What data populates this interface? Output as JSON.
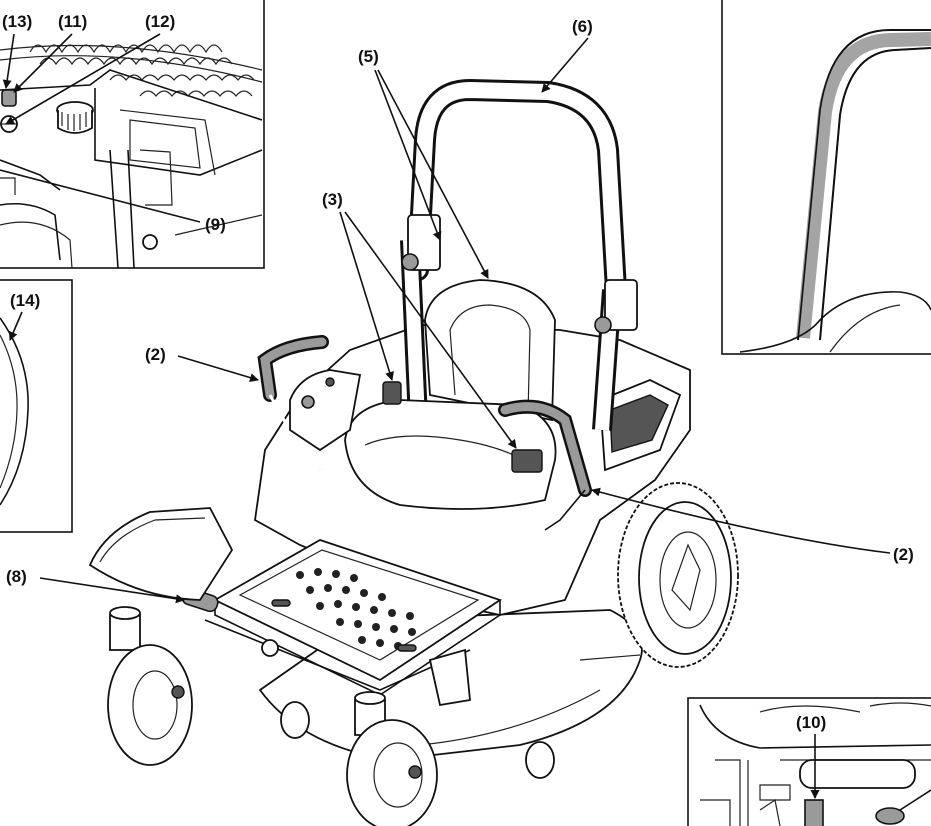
{
  "callouts": {
    "c13": "(13)",
    "c11": "(11)",
    "c12": "(12)",
    "c9": "(9)",
    "c14": "(14)",
    "c6": "(6)",
    "c5": "(5)",
    "c3": "(3)",
    "c2_left": "(2)",
    "c2_right": "(2)",
    "c8": "(8)",
    "c10": "(10)"
  }
}
